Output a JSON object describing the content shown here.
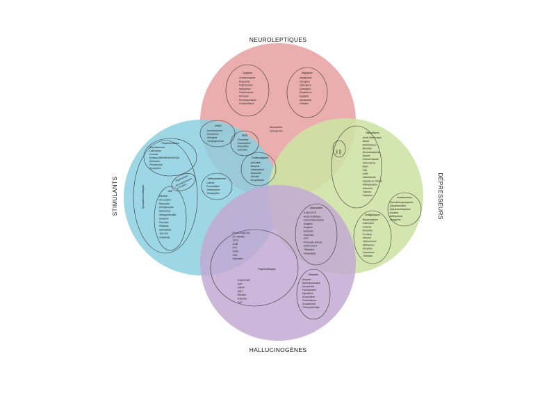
{
  "labels": {
    "neuroleptiques": "NEUROLEPTIQUES",
    "stimulants": "STIMULANTS",
    "depresseurs": "DÉPRESSEURS",
    "hallucinogenes": "HALLUCINOGÈNES"
  },
  "colors": {
    "neuroleptiques": "#e07b7b",
    "stimulants": "#6fc1d9",
    "depresseurs": "#bcd98a",
    "hallucinogenes": "#b394c8",
    "overlap_red_green": "#b59a52",
    "overlap_blue_purple": "#5f7fb8",
    "overlap_red_blue": "#8a7fa0",
    "center": "#6f7690"
  },
  "groups": {
    "typiques": {
      "title": "Typiques",
      "items": [
        "-Chlorpromazine",
        "-Dropéridol",
        "-Fluphénazine",
        "-Halopéridol",
        "-Perphénazine",
        "-Pimozide",
        "-Prochlorpérazine",
        "-Zuclopenthixol"
      ]
    },
    "atypiques": {
      "title": "Atypiques",
      "items": [
        "-Aripiprazole",
        "-Clozapine",
        "-Olanzapine",
        "-Quétiapine",
        "-Rispéridone",
        "-Sulpiride",
        "-Ziprasidone",
        "-Zotépine"
      ]
    },
    "neuro_misc": {
      "items": [
        "Atomoxétine",
        "Carisoprodol"
      ]
    },
    "imao": {
      "title": "IMAO",
      "items": [
        "-Isocarboxazide",
        "-Phénelzine",
        "-Sélégiline",
        "-Tranylcypromine"
      ]
    },
    "isrs": {
      "title": "ISRS",
      "items": [
        "-Fluoxétine",
        "-Fluvoxamine",
        "-Paroxétine",
        "-Sertraline"
      ]
    },
    "cholinergiques": {
      "title": "Cholinergiques",
      "items": [
        "-Aréco­line",
        "-Atropine",
        "-Galantamine",
        "-Muscarine",
        "-Nicotine",
        "-Scopolamine"
      ]
    },
    "psychomoteurs": {
      "title": "Psychomoteurs",
      "items": [
        "-Amphétamines",
        "-Cathinones",
        "-Cocaïne",
        "-Ecstasy (MBA/MDMA/MDEA)",
        "-Éphédrine",
        "-Phentermine",
        "-Synéphrine"
      ]
    },
    "piperazines": {
      "title": "Pipérazines",
      "items": [
        "Benzylpipérazine",
        "(-TFMPP)"
      ]
    },
    "sympathomimetiques": {
      "title": "Sympathomimétiques"
    },
    "ddi": {
      "title": "DDI",
      "items": [
        "-Adrafinil",
        "-Armodafinil",
        "-Bupropion",
        "-Diéthylpropion",
        "-Mémantine",
        "-Méthylphénidate",
        "-Modafinil",
        "-Pémoline",
        "-Pitolisant",
        "-Sélénaflibal",
        "-TAK 925",
        "-Yohimbine"
      ]
    },
    "methylxanthines": {
      "title": "Méthylxanthines",
      "items": [
        "-Caféine",
        "-Furanofylline",
        "-Théobromine",
        "-Théophylline"
      ]
    },
    "hypnotiques": {
      "title": "Hypnotiques",
      "items": [
        "-Acide Barbiturique",
        "-Alcool",
        "-Barbituriques",
        "-Benzène",
        "-Benzodiazépines",
        "-Butane",
        "-Chloral Hydrate",
        "-Chloroforme",
        "-Ether",
        "-GBL",
        "-GHB",
        "-Glutéthimide",
        "-Hydrate de Chloral",
        "-Méthaqualone",
        "-Muscimol",
        "-Toluène",
        "-Zolpidem"
      ]
    },
    "cannabis": {
      "items": [
        "THC",
        "CBD"
      ]
    },
    "kavalactones": {
      "title": "Kavalactones",
      "items": [
        "-Desméthoxyyangonine",
        "-Dihydrokavaïne",
        "-Dihydrométhysticine",
        "-Kavaïne",
        "-Méthysticine",
        "-Yangonine"
      ]
    },
    "analgesiques": {
      "title": "Analgésiques",
      "items": [
        "-Buprénorphine",
        "-Carfentanil",
        "-Codéine",
        "-Étorphine",
        "-Fentanyl",
        "-Héroïne",
        "-Hydrocodone",
        "-Méthadone",
        "-Morphine",
        "-Oxycodone",
        "-Tramadol"
      ]
    },
    "dissociatifs": {
      "title": "Dissociatifs",
      "items": [
        "-3-MeO-PCP",
        "-Acide Ibotenique",
        "-Dextrométhorphane",
        "-Ibogaïne",
        "-Ibogaine",
        "-Kétamine",
        "-Muscimol",
        "-PCP",
        "-Protoxyde d'Azote",
        "-Salvinorine A",
        "-Tilétamine",
        "-Voacangine"
      ]
    },
    "psychedeliques_a": {
      "items": [
        "1P-not-Ethyl-LSD",
        "-2C-HBOMe",
        "-2C-B",
        "-DOB",
        "-DOI",
        "-DOM",
        "-LSD",
        "-Mescaline"
      ]
    },
    "psychedeliques": {
      "title": "Psychédéliques",
      "items": [
        "-5-MeO-DMT",
        "-AMT",
        "-DMHP",
        "-DMT",
        "-Ébanine",
        "-Psilocine",
        "-THC"
      ]
    },
    "delirants": {
      "title": "Délirants",
      "items": [
        "-Atropine",
        "-Diphénhydramine",
        "-Doxylamine",
        "-Hyoscyamine",
        "-Myristicine",
        "-Dicyclomine",
        "-Prométhazine",
        "-Scopolamine",
        "-Trihexyphénidyle"
      ]
    }
  }
}
